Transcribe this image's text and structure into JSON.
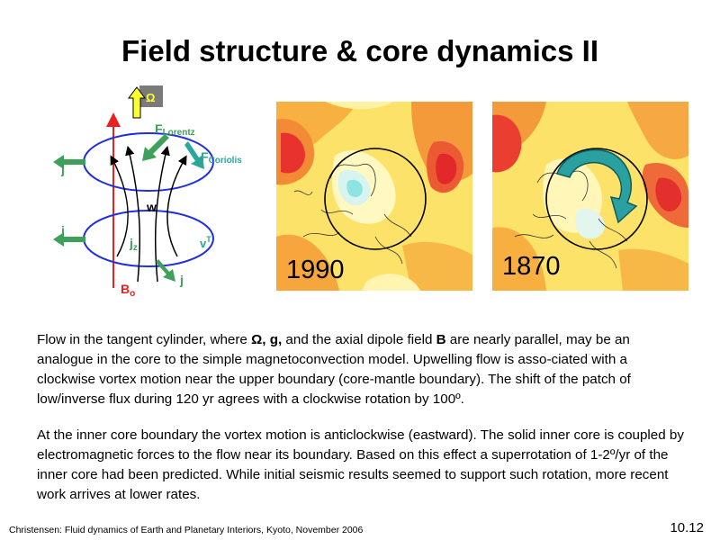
{
  "slide": {
    "title": "Field structure & core dynamics II",
    "footer": "Christensen: Fluid dynamics of Earth and Planetary Interiors, Kyoto, November 2006",
    "page_number": "10.12"
  },
  "diagram": {
    "omega": "Ω",
    "f_lorentz": "F",
    "f_lorentz_sub": "Lorentz",
    "f_coriolis": "F",
    "f_coriolis_sub": "Coriolis",
    "j_upper": "j",
    "j_lower": "j",
    "j_bottom": "j",
    "w": "w",
    "jz": "j",
    "jz_sub": "z",
    "vt": "v",
    "vt_sup": "T",
    "b0": "B",
    "b0_sub": "o",
    "colors": {
      "red": "#e8201e",
      "blue": "#1e2fe0",
      "green": "#3fa05a",
      "teal": "#2aa79a",
      "omega_fill": "#ffff30",
      "omega_bg": "#7a7a7a"
    }
  },
  "maps": [
    {
      "year": "1990"
    },
    {
      "year": "1870"
    }
  ],
  "text": {
    "para1_a": "Flow in the tangent cylinder, where ",
    "para1_omega": "Ω, g,",
    "para1_b": " and the axial dipole field ",
    "para1_B": "B",
    "para1_c": " are nearly parallel, may be an analogue in the core to the simple magnetoconvection model. Upwelling flow is asso-ciated with a clockwise vortex motion near the upper boundary (core-mantle boundary). The shift of the patch of low/inverse flux during 120 yr agrees with a clockwise rotation by 100º.",
    "para2": "At the inner core boundary the vortex motion is anticlockwise (eastward). The solid inner core is coupled by electromagnetic forces to the flow near its boundary. Based on this effect a superrotation of 1-2º/yr of the inner core had been predicted. While initial seismic results seemed to support such rotation, more recent work arrives at lower rates."
  }
}
